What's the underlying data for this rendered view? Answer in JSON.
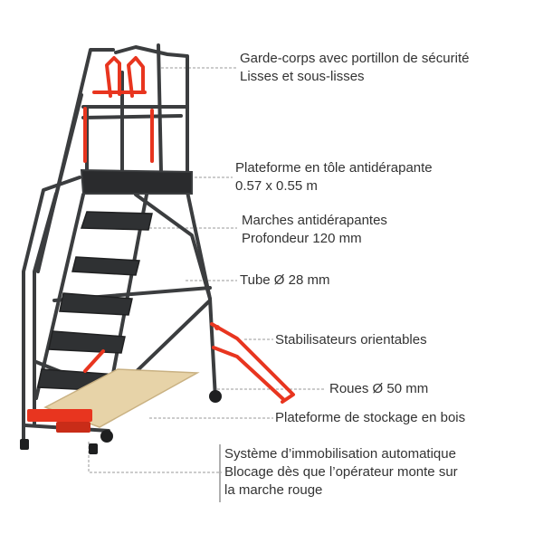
{
  "colors": {
    "frame": "#3b3d3f",
    "frame_dark": "#2a2b2d",
    "accent": "#e8351f",
    "wood": "#e7d3a8",
    "wood_edge": "#c9b182",
    "leader": "#9a9a9a",
    "text": "#333333"
  },
  "callouts": [
    {
      "id": "guardrail",
      "lines": [
        "Garde-corps avec portillon de sécurité",
        "Lisses et sous-lisses"
      ]
    },
    {
      "id": "platform",
      "lines": [
        "Plateforme en tôle antidérapante",
        "0.57 x 0.55 m"
      ]
    },
    {
      "id": "steps",
      "lines": [
        "Marches antidérapantes",
        "Profondeur 120 mm"
      ]
    },
    {
      "id": "tube",
      "lines": [
        "Tube Ø 28 mm"
      ]
    },
    {
      "id": "stabilisers",
      "lines": [
        "Stabilisateurs orientables"
      ]
    },
    {
      "id": "wheels",
      "lines": [
        "Roues Ø 50 mm"
      ]
    },
    {
      "id": "storage",
      "lines": [
        "Plateforme de stockage en bois"
      ]
    },
    {
      "id": "locking",
      "lines": [
        "Système d’immobilisation automatique",
        "Blocage dès que l’opérateur monte sur",
        "la marche rouge"
      ]
    }
  ]
}
